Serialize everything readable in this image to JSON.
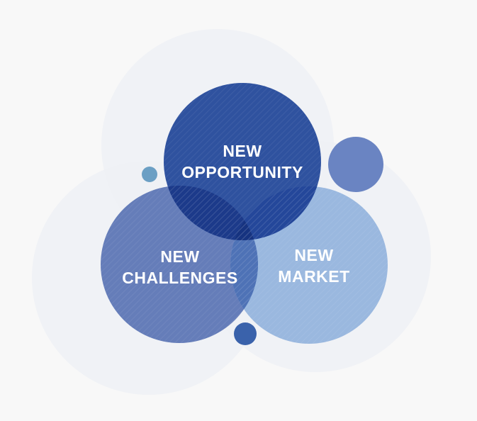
{
  "diagram": {
    "circles": {
      "opportunity": {
        "line1": "NEW",
        "line2": "OPPORTUNITY",
        "color": "#24499a"
      },
      "challenges": {
        "line1": "NEW",
        "line2": "CHALLENGES",
        "color": "#5a74b4"
      },
      "market": {
        "line1": "NEW",
        "line2": "MARKET",
        "color": "#90b1dd"
      }
    },
    "colors": {
      "background": "#f8f8f8",
      "halo": "#eef1f5",
      "dot_small": "#6b9fc4",
      "dot_large": "#6a84c2",
      "dot_bottom": "#3a62ab",
      "overlap_top": "#1c3a8a",
      "overlap_center": "#163380"
    }
  }
}
